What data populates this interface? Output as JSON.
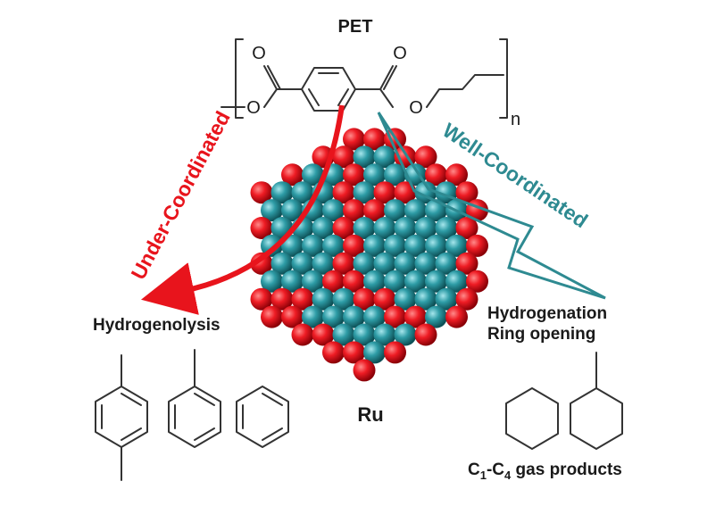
{
  "polymer": {
    "name": "PET",
    "carbonyl_atom": "O",
    "ester_atom": "O",
    "repeat_subscript": "n"
  },
  "pathways": {
    "under": {
      "label": "Under-Coordinated",
      "color": "#e8141c"
    },
    "well": {
      "label": "Well-Coordinated",
      "color": "#2e8a91"
    }
  },
  "catalyst": {
    "label": "Ru",
    "surface_atom_color": "#e8141c",
    "bulk_atom_color": "#2e9ca6"
  },
  "products_left": {
    "process": "Hydrogenolysis"
  },
  "products_right": {
    "process_line1": "Hydrogenation",
    "process_line2": "Ring opening",
    "gas_prefix": "C",
    "gas_sub1": "1",
    "gas_mid": "-C",
    "gas_sub2": "4",
    "gas_suffix": " gas products"
  }
}
